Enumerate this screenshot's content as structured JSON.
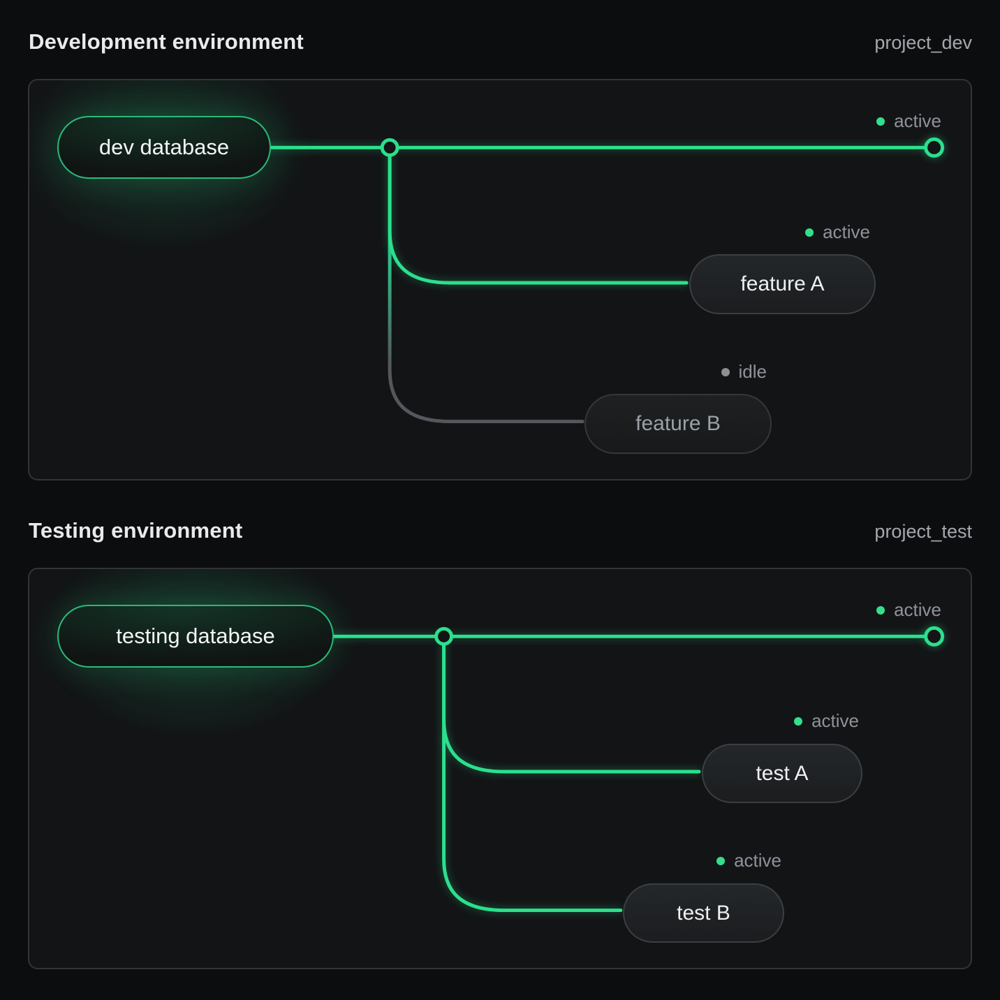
{
  "colors": {
    "accent_green": "#2be08c",
    "dot_green": "#34de8e",
    "idle_gray": "#54585d",
    "status_text": "#8e939a",
    "title_text": "#e9eaec",
    "project_text": "#a4a8ad",
    "panel_bg": "#131416",
    "panel_border": "#313438",
    "page_bg": "#0c0d0f"
  },
  "sections": [
    {
      "title": "Development environment",
      "project_id": "project_dev",
      "database": {
        "label": "dev database"
      },
      "main_branch": {
        "status": "active"
      },
      "branches": [
        {
          "label": "feature A",
          "status": "active"
        },
        {
          "label": "feature B",
          "status": "idle"
        }
      ]
    },
    {
      "title": "Testing environment",
      "project_id": "project_test",
      "database": {
        "label": "testing database"
      },
      "main_branch": {
        "status": "active"
      },
      "branches": [
        {
          "label": "test A",
          "status": "active"
        },
        {
          "label": "test B",
          "status": "active"
        }
      ]
    }
  ]
}
